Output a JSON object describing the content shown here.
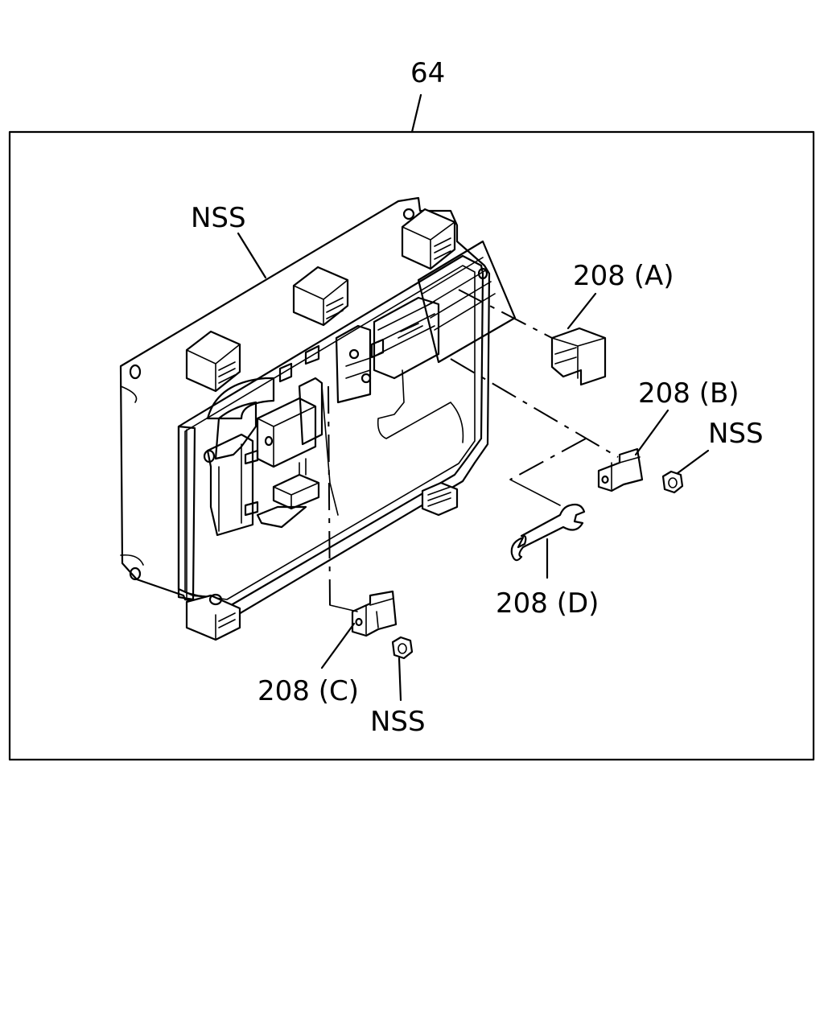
{
  "callouts": {
    "assembly": "64",
    "nss_top": "NSS",
    "part_a": "208 (A)",
    "part_b": "208 (B)",
    "nss_b": "NSS",
    "part_d": "208 (D)",
    "part_c": "208 (C)",
    "nss_c": "NSS"
  }
}
